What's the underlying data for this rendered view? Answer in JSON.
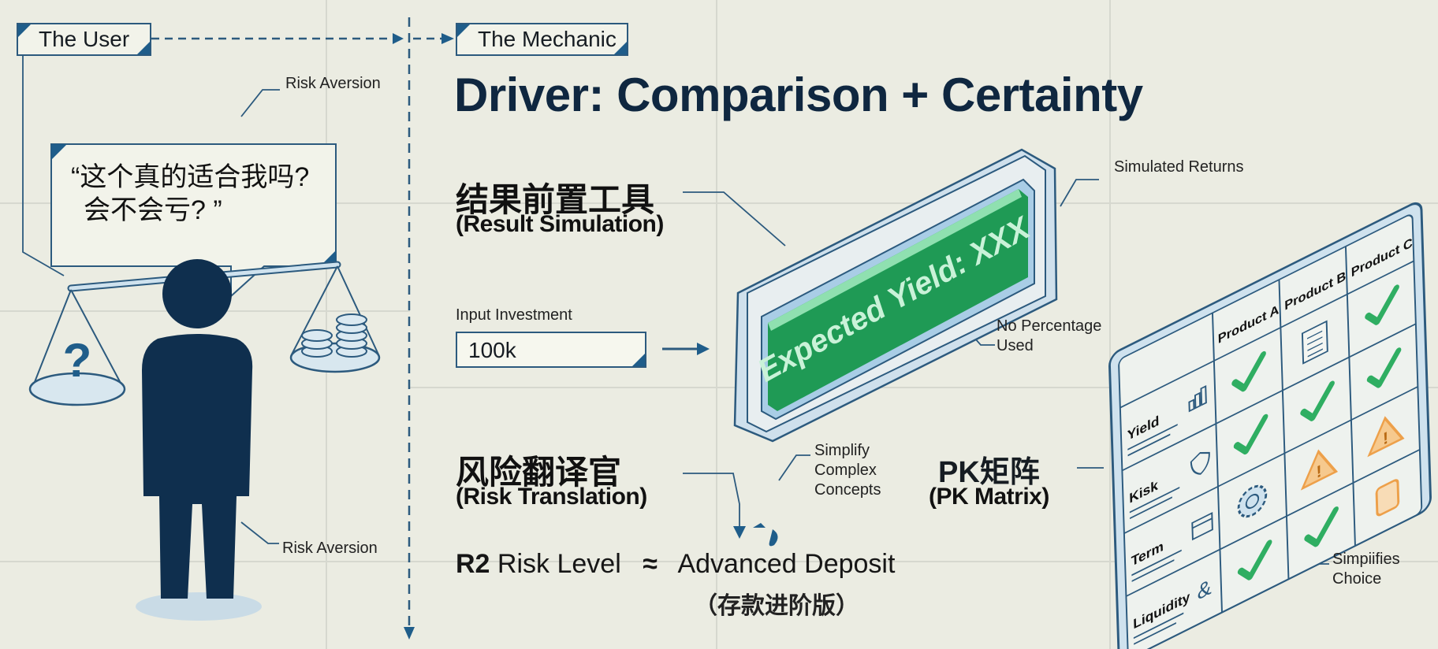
{
  "header": {
    "user_label": "The User",
    "mechanic_label": "The Mechanic",
    "title": "Driver: Comparison + Certainty"
  },
  "user": {
    "annotation_top": "Risk Aversion",
    "annotation_bottom": "Risk Aversion",
    "speech_line1": "“这个真的适合我吗?",
    "speech_line2": "会不会亏? ”"
  },
  "result_tool": {
    "title_cn": "结果前置工具",
    "title_en": "(Result Simulation)",
    "input_label": "Input Investment",
    "input_value": "100k",
    "display_text": "Expected Yield: XXX",
    "note_simulated": "Simulated Returns",
    "note_no_pct_1": "No Percentage",
    "note_no_pct_2": "Used"
  },
  "risk_translator": {
    "title_cn": "风险翻译官",
    "title_en": "(Risk Translation)",
    "note_1": "Simplify",
    "note_2": "Complex",
    "note_3": "Concepts",
    "risk_level_bold": "R2",
    "risk_level_text": "Risk Level",
    "approx": "≈",
    "equivalent": "Advanced Deposit",
    "equivalent_cn": "（存款进阶版）"
  },
  "pk_matrix": {
    "title_cn": "PK矩阵",
    "title_en": "(PK Matrix)",
    "note_1": "Simpiifies",
    "note_2": "Choice",
    "columns": [
      "Product A",
      "Product B",
      "Product C"
    ],
    "rows": [
      {
        "label": "Yield",
        "icon": "bar-chart-icon",
        "cells": [
          "check",
          "note",
          "check"
        ]
      },
      {
        "label": "Kisk",
        "icon": "shield-icon",
        "cells": [
          "check",
          "check",
          "check"
        ]
      },
      {
        "label": "Term",
        "icon": "calendar-icon",
        "cells": [
          "gear",
          "warning",
          "warning"
        ]
      },
      {
        "label": "Liquidity",
        "icon": "ampersand-icon",
        "cells": [
          "check",
          "check",
          "doc"
        ]
      }
    ]
  },
  "colors": {
    "navy": "#0f2f4e",
    "line": "#2c5a7e",
    "green": "#2fae62",
    "warning": "#eda04a",
    "accent": "#1f5d8a"
  }
}
